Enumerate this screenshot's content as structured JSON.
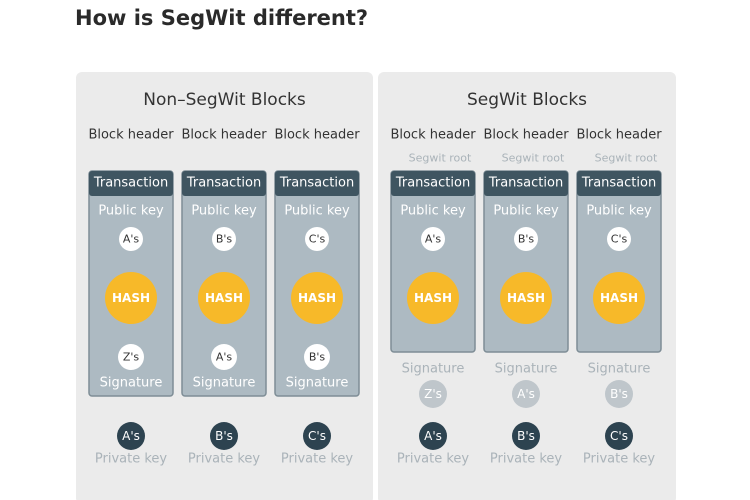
{
  "title": "How is SegWit different?",
  "panels": [
    {
      "title": "Non–SegWit Blocks",
      "columns": [
        {
          "header": "Block header",
          "transaction": "Transaction",
          "public_key_label": "Public key",
          "public_key": "A's",
          "hash": "HASH",
          "signature_node": "Z's",
          "signature_label": "Signature",
          "private_key": "A's",
          "private_key_label": "Private key"
        },
        {
          "header": "Block header",
          "transaction": "Transaction",
          "public_key_label": "Public key",
          "public_key": "B's",
          "hash": "HASH",
          "signature_node": "A's",
          "signature_label": "Signature",
          "private_key": "B's",
          "private_key_label": "Private key"
        },
        {
          "header": "Block header",
          "transaction": "Transaction",
          "public_key_label": "Public key",
          "public_key": "C's",
          "hash": "HASH",
          "signature_node": "B's",
          "signature_label": "Signature",
          "private_key": "C's",
          "private_key_label": "Private key"
        }
      ]
    },
    {
      "title": "SegWit Blocks",
      "columns": [
        {
          "header": "Block header",
          "segwit_root": "Segwit root",
          "transaction": "Transaction",
          "public_key_label": "Public key",
          "public_key": "A's",
          "hash": "HASH",
          "signature_label": "Signature",
          "signature_node": "Z's",
          "private_key": "A's",
          "private_key_label": "Private key"
        },
        {
          "header": "Block header",
          "segwit_root": "Segwit root",
          "transaction": "Transaction",
          "public_key_label": "Public key",
          "public_key": "B's",
          "hash": "HASH",
          "signature_label": "Signature",
          "signature_node": "A's",
          "private_key": "B's",
          "private_key_label": "Private key"
        },
        {
          "header": "Block header",
          "segwit_root": "Segwit root",
          "transaction": "Transaction",
          "public_key_label": "Public key",
          "public_key": "C's",
          "hash": "HASH",
          "signature_label": "Signature",
          "signature_node": "B's",
          "private_key": "C's",
          "private_key_label": "Private key"
        }
      ]
    }
  ],
  "colors": {
    "panel_bg": "#ebebeb",
    "block_fill": "#adbac2",
    "block_stroke": "#7e8d96",
    "block_header_fill": "#3f5561",
    "hash_fill": "#f7b929",
    "key_circle_fill": "#2d4350",
    "faded_circle_fill": "#bfc6cb",
    "text_dark": "#333333",
    "text_light": "#ffffff",
    "text_faded": "#aab3b9"
  }
}
